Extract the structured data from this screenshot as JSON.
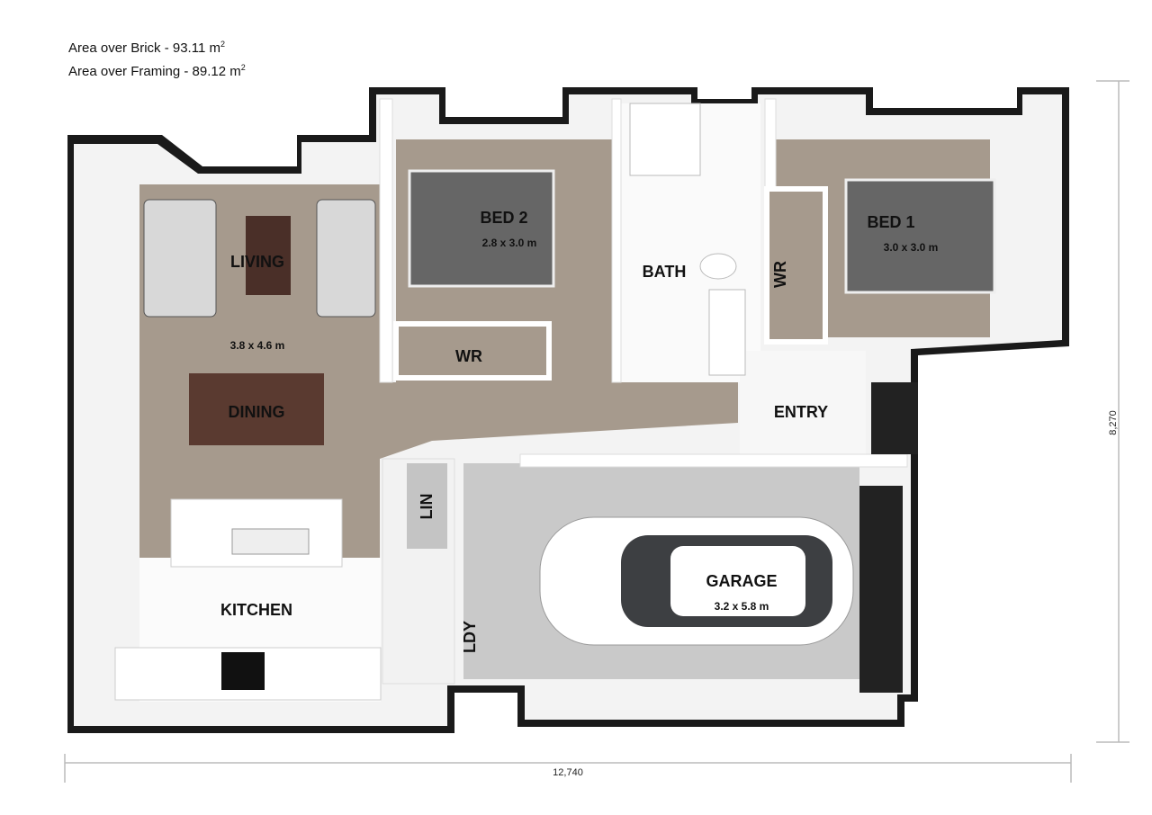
{
  "header": {
    "area_brick_label": "Area over Brick - 93.11 m",
    "area_framing_label": "Area over Framing - 89.12 m",
    "area_unit_superscript": "2"
  },
  "dimensions": {
    "width": "12,740",
    "depth": "8,270"
  },
  "rooms": {
    "living": {
      "name": "LIVING",
      "size": "3.8 x 4.6 m"
    },
    "dining": {
      "name": "DINING"
    },
    "kitchen": {
      "name": "KITCHEN"
    },
    "bed2": {
      "name": "BED 2",
      "size": "2.8 x 3.0 m"
    },
    "wr2": {
      "name": "WR"
    },
    "bath": {
      "name": "BATH"
    },
    "wr1": {
      "name": "WR"
    },
    "bed1": {
      "name": "BED 1",
      "size": "3.0 x 3.0 m"
    },
    "entry": {
      "name": "ENTRY"
    },
    "lin": {
      "name": "LIN"
    },
    "ldy": {
      "name": "LDY"
    },
    "garage": {
      "name": "GARAGE",
      "size": "3.2 x 5.8 m"
    }
  },
  "colors": {
    "carpet": "#a69a8d",
    "garage_floor": "#c9c9c9",
    "wall": "#ffffff",
    "outer_wall": "#1a1a1a"
  }
}
